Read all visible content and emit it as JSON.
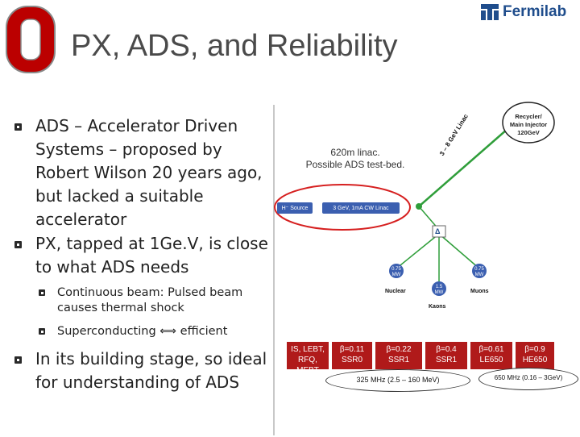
{
  "title": "PX, ADS, and Reliability",
  "logo": {
    "text": "Fermilab",
    "accent": "#1f4d8c"
  },
  "seal_color": "#bb0000",
  "bullets": [
    {
      "text": [
        "ADS – Accelerator Driven",
        "Systems – proposed by",
        "Robert Wilson 20 years ago,",
        "but lacked a suitable",
        "accelerator"
      ]
    },
    {
      "text": [
        "PX, tapped at 1Ge.V, is close",
        "to what ADS needs"
      ]
    }
  ],
  "sub_bullets": [
    {
      "text": [
        "Continuous beam: Pulsed beam",
        "causes thermal shock"
      ]
    },
    {
      "text": [
        "Superconducting ⟺ efficient"
      ]
    }
  ],
  "last_bullet": {
    "text": [
      "In its building stage, so ideal",
      "for understanding of ADS"
    ]
  },
  "diagram": {
    "note": [
      "620m linac.",
      "Possible ADS test-bed."
    ],
    "recycler": [
      "Recycler/",
      "Main Injector",
      "120GeV"
    ],
    "diag_label": "3 – 8 GeV Linac",
    "h_source": "H⁻ Source",
    "cw_linac": "3 GeV, 1mA  CW Linac",
    "delta": "Δ",
    "mw_left": [
      "0.75",
      "MW"
    ],
    "mw_mid": [
      "1.5",
      "MW"
    ],
    "mw_right": [
      "0.75",
      "MW"
    ],
    "nuclear": "Nuclear",
    "muons": "Muons",
    "kaons": "Kaons"
  },
  "segments": [
    {
      "lines": [
        "IS, LEBT,",
        "RFQ, MEBT"
      ]
    },
    {
      "lines": [
        "β=0.11",
        "SSR0"
      ]
    },
    {
      "lines": [
        "β=0.22",
        "SSR1"
      ]
    },
    {
      "lines": [
        "β=0.4",
        "SSR1"
      ]
    },
    {
      "lines": [
        "β=0.61",
        "LE650"
      ]
    },
    {
      "lines": [
        "β=0.9",
        "HE650"
      ]
    }
  ],
  "freq_left": "325 MHz (2.5 – 160 MeV)",
  "freq_right": "650 MHz (0.16 – 3GeV)"
}
